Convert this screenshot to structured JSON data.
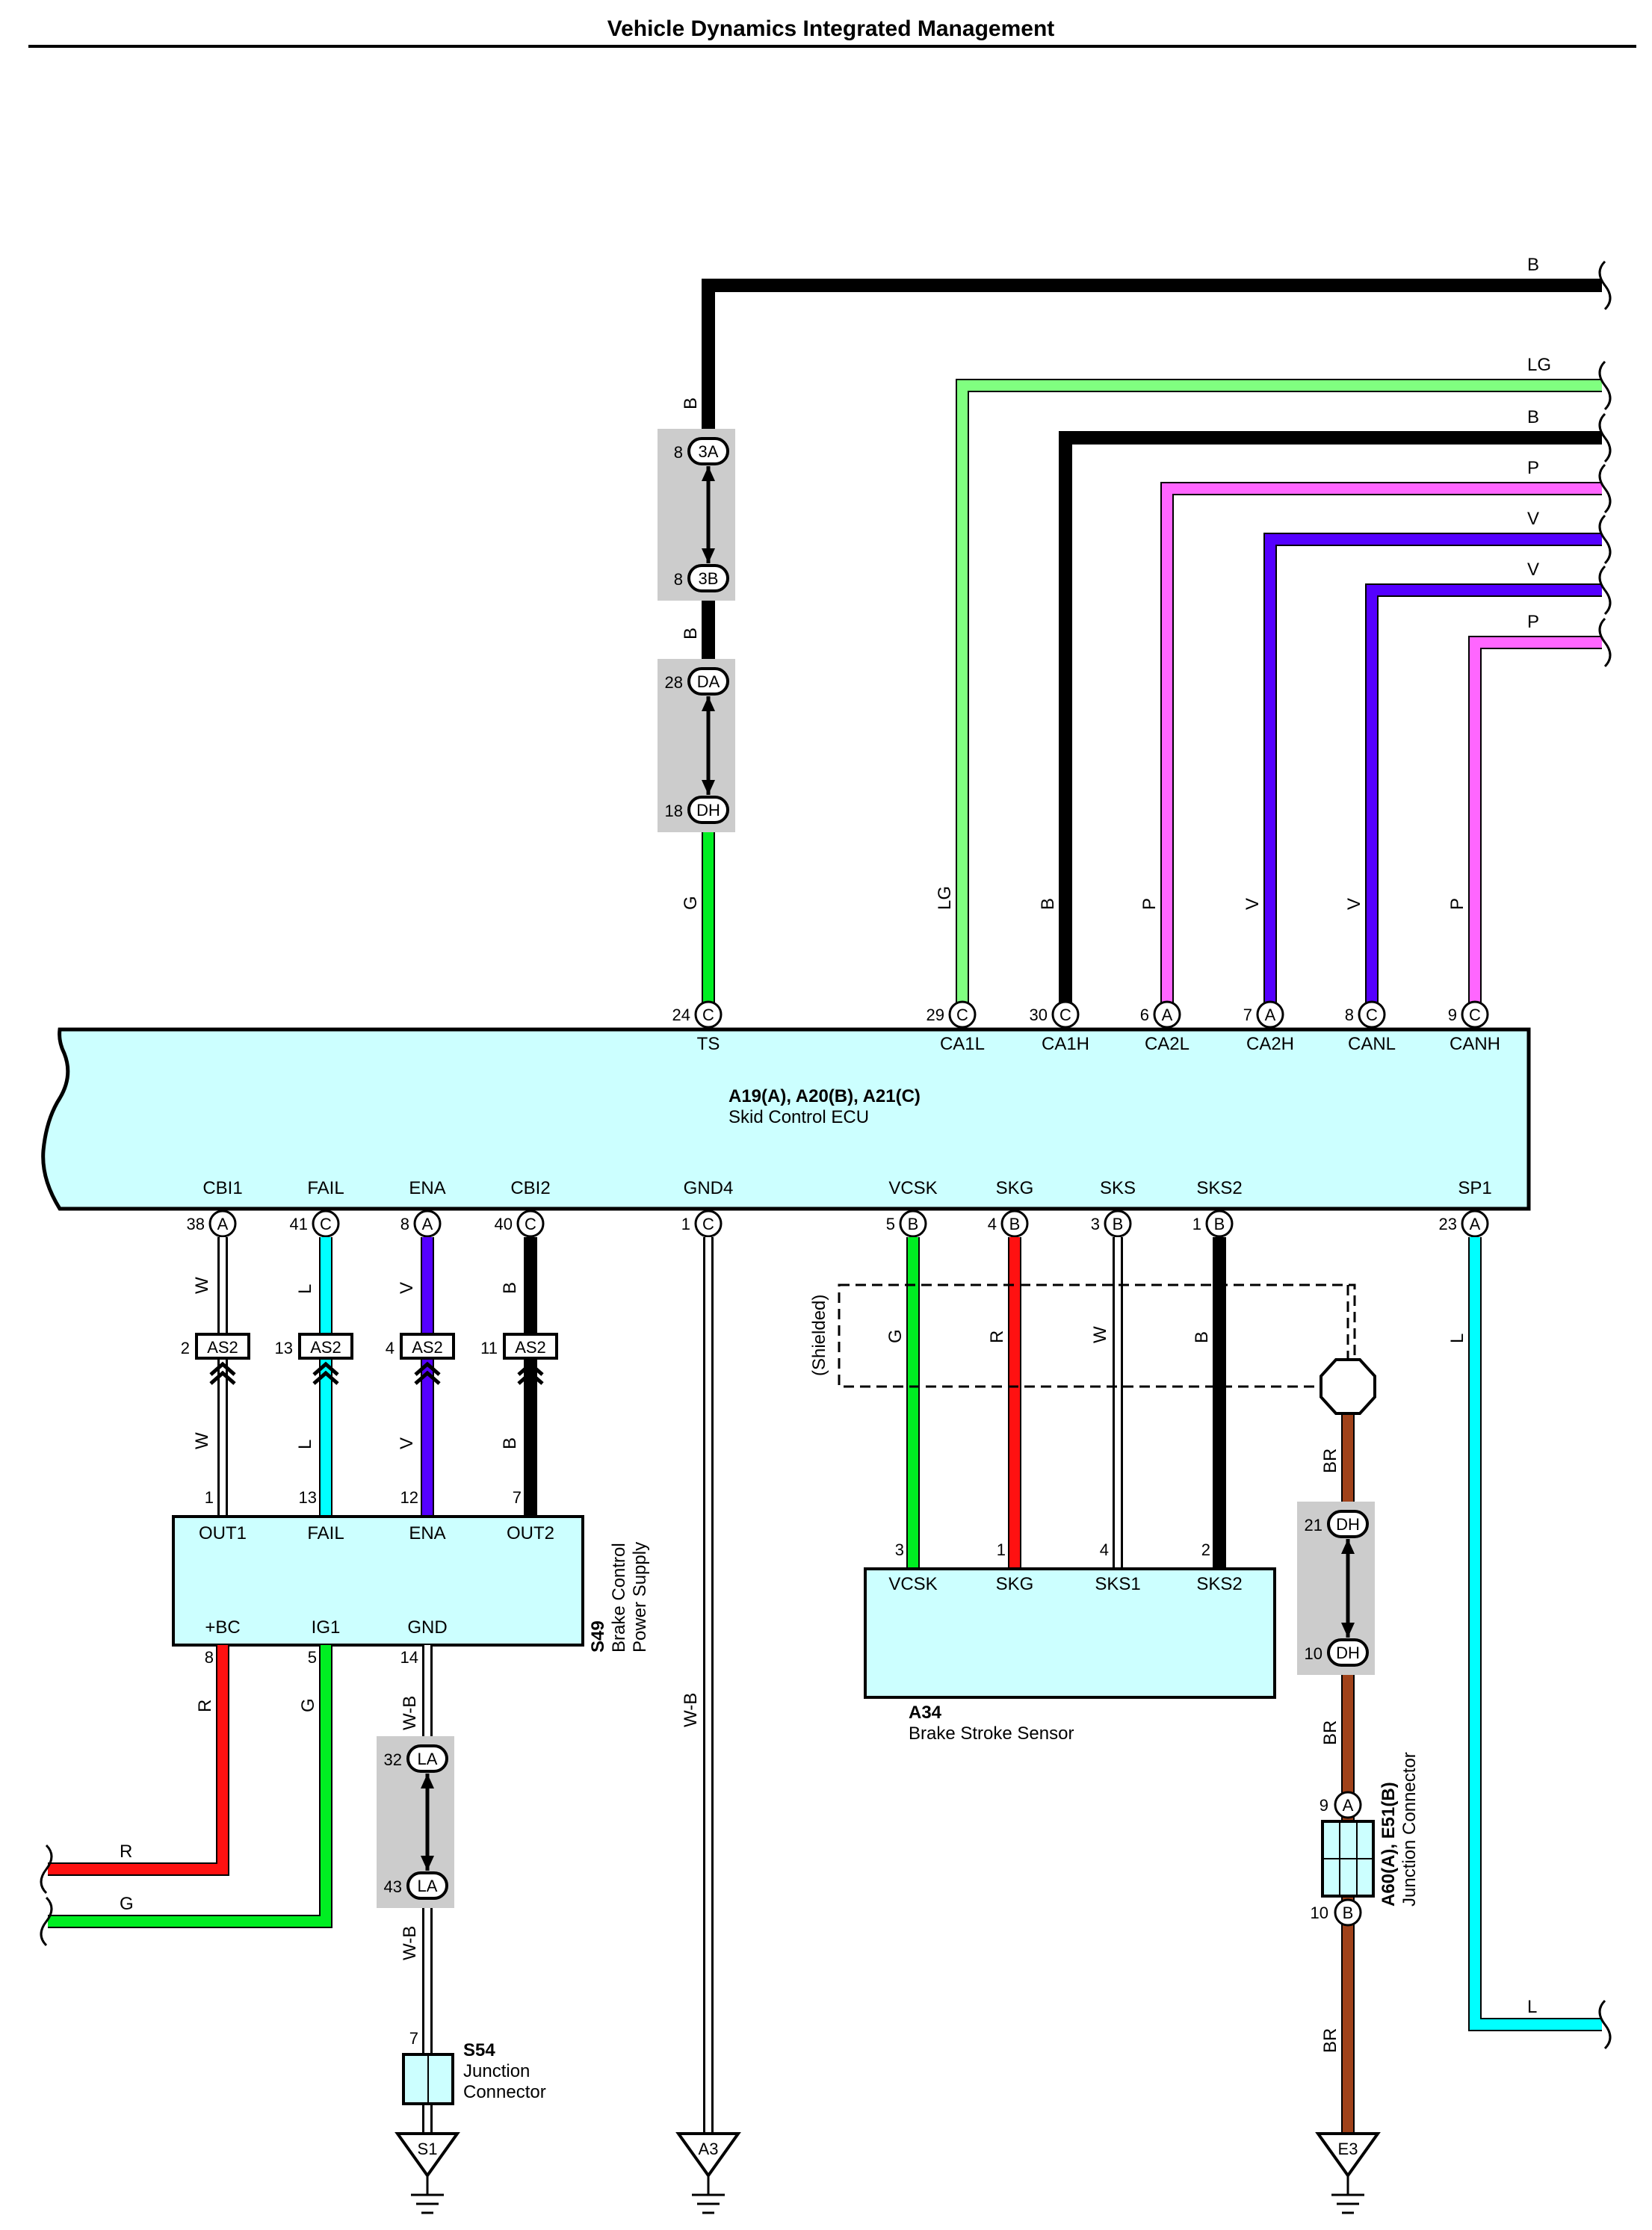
{
  "title": "Vehicle Dynamics Integrated Management",
  "colors": {
    "B": "#000000",
    "LG": "#80ff80",
    "P": "#ff66ff",
    "V": "#5500ff",
    "G": "#00ee22",
    "L": "#00ffff",
    "R": "#ff1111",
    "BR": "#a0421a",
    "W": "#ffffff",
    "W-B": "#ffffff",
    "component_fill": "#ccffff",
    "connector_bg": "#cccccc"
  },
  "ecu": {
    "name": "A19(A), A20(B), A21(C)",
    "desc": "Skid Control ECU",
    "top_terminals": [
      {
        "pin": "24",
        "conn": "C",
        "name": "TS"
      },
      {
        "pin": "29",
        "conn": "C",
        "name": "CA1L"
      },
      {
        "pin": "30",
        "conn": "C",
        "name": "CA1H"
      },
      {
        "pin": "6",
        "conn": "A",
        "name": "CA2L"
      },
      {
        "pin": "7",
        "conn": "A",
        "name": "CA2H"
      },
      {
        "pin": "8",
        "conn": "C",
        "name": "CANL"
      },
      {
        "pin": "9",
        "conn": "C",
        "name": "CANH"
      }
    ],
    "bottom_terminals": [
      {
        "pin": "38",
        "conn": "A",
        "name": "CBI1"
      },
      {
        "pin": "41",
        "conn": "C",
        "name": "FAIL"
      },
      {
        "pin": "8",
        "conn": "A",
        "name": "ENA"
      },
      {
        "pin": "40",
        "conn": "C",
        "name": "CBI2"
      },
      {
        "pin": "1",
        "conn": "C",
        "name": "GND4"
      },
      {
        "pin": "5",
        "conn": "B",
        "name": "VCSK"
      },
      {
        "pin": "4",
        "conn": "B",
        "name": "SKG"
      },
      {
        "pin": "3",
        "conn": "B",
        "name": "SKS"
      },
      {
        "pin": "1",
        "conn": "B",
        "name": "SKS2"
      },
      {
        "pin": "23",
        "conn": "A",
        "name": "SP1"
      }
    ]
  },
  "top_connectors": [
    {
      "pin": "8",
      "code": "3A"
    },
    {
      "pin": "8",
      "code": "3B"
    },
    {
      "pin": "28",
      "code": "DA"
    },
    {
      "pin": "18",
      "code": "DH"
    }
  ],
  "top_wires": [
    {
      "color": "B"
    },
    {
      "color": "LG"
    },
    {
      "color": "B"
    },
    {
      "color": "P"
    },
    {
      "color": "V"
    },
    {
      "color": "V"
    },
    {
      "color": "P"
    }
  ],
  "ts_wire_colors": [
    "B",
    "B",
    "G"
  ],
  "as2_connectors": [
    {
      "pin": "2",
      "code": "AS2",
      "color": "W"
    },
    {
      "pin": "13",
      "code": "AS2",
      "color": "L"
    },
    {
      "pin": "4",
      "code": "AS2",
      "color": "V"
    },
    {
      "pin": "11",
      "code": "AS2",
      "color": "B"
    }
  ],
  "power_supply": {
    "id": "S49",
    "desc_line1": "Brake Control",
    "desc_line2": "Power Supply",
    "top_terminals": [
      {
        "pin": "1",
        "name": "OUT1"
      },
      {
        "pin": "13",
        "name": "FAIL"
      },
      {
        "pin": "12",
        "name": "ENA"
      },
      {
        "pin": "7",
        "name": "OUT2"
      }
    ],
    "bottom_terminals": [
      {
        "pin": "8",
        "name": "+BC"
      },
      {
        "pin": "5",
        "name": "IG1"
      },
      {
        "pin": "14",
        "name": "GND"
      }
    ],
    "bottom_wires": [
      {
        "color": "R"
      },
      {
        "color": "G"
      }
    ]
  },
  "la_connectors": [
    {
      "pin": "32",
      "code": "LA"
    },
    {
      "pin": "43",
      "code": "LA"
    }
  ],
  "gnd_wire_color": "W-B",
  "s54": {
    "id": "S54",
    "desc_line1": "Junction",
    "desc_line2": "Connector",
    "pin": "7"
  },
  "grounds": [
    "S1",
    "A3",
    "E3"
  ],
  "shielded_label": "(Shielded)",
  "sensor": {
    "id": "A34",
    "desc": "Brake Stroke Sensor",
    "terminals": [
      {
        "pin": "3",
        "name": "VCSK",
        "color": "G"
      },
      {
        "pin": "1",
        "name": "SKG",
        "color": "R"
      },
      {
        "pin": "4",
        "name": "SKS1",
        "color": "W"
      },
      {
        "pin": "2",
        "name": "SKS2",
        "color": "B"
      }
    ]
  },
  "dh_connectors": [
    {
      "pin": "21",
      "code": "DH"
    },
    {
      "pin": "10",
      "code": "DH"
    }
  ],
  "junction_a60": {
    "id": "A60(A), E51(B)",
    "desc": "Junction Connector",
    "pins": [
      {
        "pin": "9",
        "conn": "A"
      },
      {
        "pin": "10",
        "conn": "B"
      }
    ]
  },
  "br_wire_color": "BR",
  "sp1_wire_color": "L"
}
